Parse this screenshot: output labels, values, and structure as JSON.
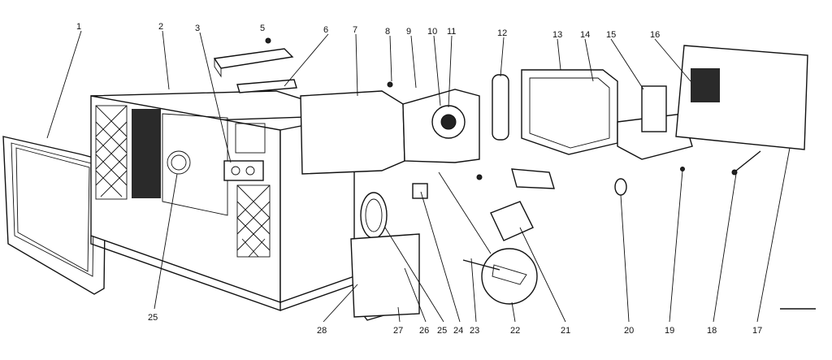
{
  "callouts": [
    {
      "num": "1"
    },
    {
      "num": "2"
    },
    {
      "num": "3"
    },
    {
      "num": "5"
    },
    {
      "num": "6"
    },
    {
      "num": "7"
    },
    {
      "num": "8"
    },
    {
      "num": "9"
    },
    {
      "num": "10"
    },
    {
      "num": "11"
    },
    {
      "num": "12"
    },
    {
      "num": "13"
    },
    {
      "num": "14"
    },
    {
      "num": "15"
    },
    {
      "num": "16"
    },
    {
      "num": "17"
    },
    {
      "num": "18"
    },
    {
      "num": "19"
    },
    {
      "num": "20"
    },
    {
      "num": "21"
    },
    {
      "num": "22"
    },
    {
      "num": "23"
    },
    {
      "num": "24"
    },
    {
      "num": "25"
    },
    {
      "num": "26"
    },
    {
      "num": "25"
    },
    {
      "num": "27"
    },
    {
      "num": "28"
    }
  ],
  "colors": {
    "ink": "#111111",
    "background": "#ffffff"
  }
}
